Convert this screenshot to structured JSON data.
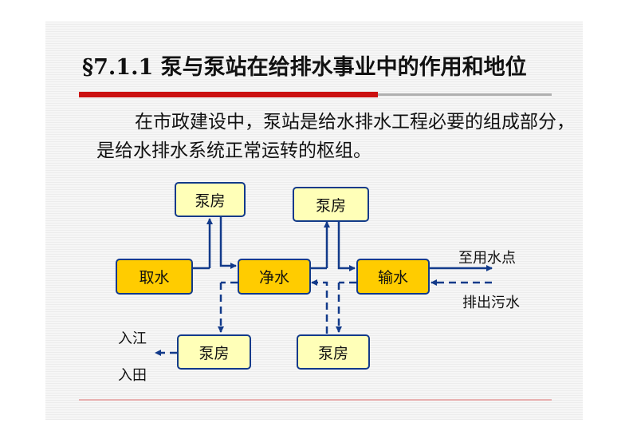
{
  "slide": {
    "title": "§7.1.1 泵与泵站在给排水事业中的作用和地位",
    "paragraph": "在市政建设中，泵站是给水排水工程必要的组成部分，是给水排水系统正常运转的枢组。"
  },
  "diagram": {
    "nodes": {
      "intake": "取水",
      "purify": "净水",
      "deliver": "输水",
      "pump_top_left": "泵房",
      "pump_top_right": "泵房",
      "pump_bottom_left": "泵房",
      "pump_bottom_right": "泵房"
    },
    "labels": {
      "to_user": "至用水点",
      "sewage": "排出污水",
      "to_river": "入江",
      "to_field": "入田"
    },
    "colors": {
      "main_box_fill": "#ffcc00",
      "pump_box_fill": "#ffffb8",
      "line": "#123a8a",
      "title_bar": "#cc1111"
    }
  }
}
